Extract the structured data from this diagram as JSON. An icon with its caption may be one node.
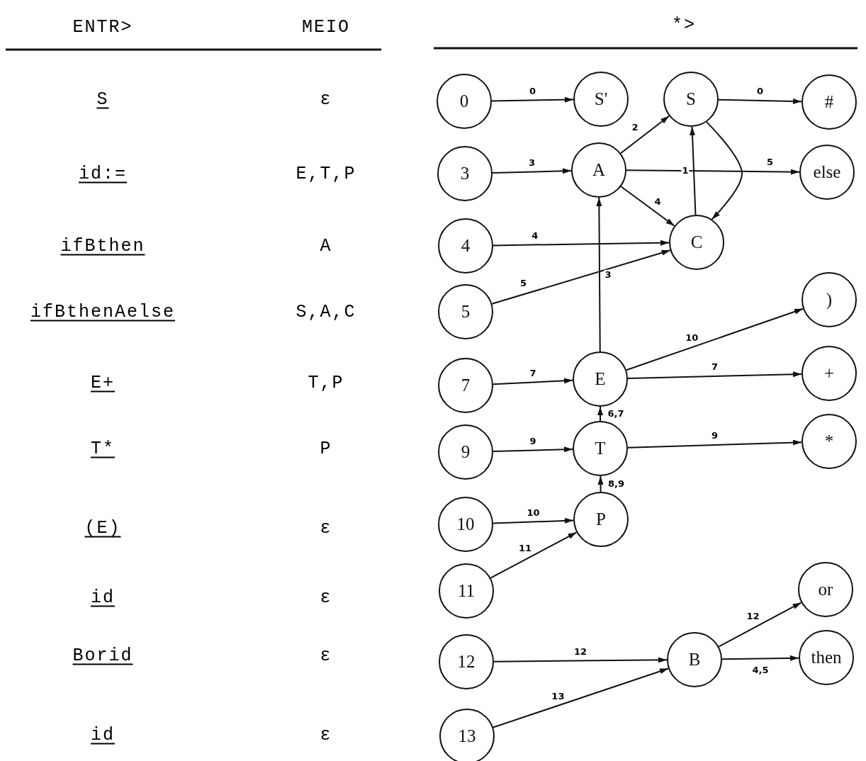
{
  "diagram": {
    "nodes": [
      {
        "text": [
          "0"
        ]
      },
      {
        "text": [
          "S'"
        ]
      },
      {
        "text": [
          "S"
        ]
      },
      {
        "text": [
          "#"
        ]
      },
      {
        "text": [
          "3"
        ]
      },
      {
        "text": [
          "A"
        ]
      },
      {
        "text": [
          "else"
        ]
      },
      {
        "text": [
          "4"
        ]
      },
      {
        "text": [
          "C"
        ]
      },
      {
        "text": [
          "5"
        ]
      },
      {
        "text": [
          ")"
        ]
      },
      {
        "text": [
          "7"
        ]
      },
      {
        "text": [
          "E"
        ]
      },
      {
        "text": [
          "+"
        ]
      },
      {
        "text": [
          "9"
        ]
      },
      {
        "text": [
          "T"
        ]
      },
      {
        "text": [
          "*"
        ]
      },
      {
        "text": [
          "10"
        ]
      },
      {
        "text": [
          "P"
        ]
      },
      {
        "text": [
          "11"
        ]
      },
      {
        "text": [
          "or"
        ]
      },
      {
        "text": [
          "12"
        ]
      },
      {
        "text": [
          "B"
        ]
      },
      {
        "text": [
          "then"
        ]
      },
      {
        "text": [
          "13"
        ]
      }
    ],
    "edges": [
      {
        "from": 0,
        "to": 1,
        "arrow": "to",
        "label": "0"
      },
      {
        "from": 2,
        "to": 3,
        "arrow": "to",
        "label": "0"
      },
      {
        "from": 4,
        "to": 5,
        "arrow": "to",
        "label": "3"
      },
      {
        "from": 5,
        "to": 2,
        "arrow": "to",
        "label": "2"
      },
      {
        "from": 5,
        "to": 6,
        "arrow": "to",
        "label": "5"
      },
      {
        "from": 5,
        "to": 8,
        "arrow": "to",
        "label": "4"
      },
      {
        "from": 8,
        "to": 2,
        "arrow": "to",
        "label": "1"
      },
      {
        "from": 2,
        "to": 8,
        "arrow": "to"
      },
      {
        "from": 7,
        "to": 8,
        "arrow": "to",
        "label": "4"
      },
      {
        "from": 9,
        "to": 8,
        "arrow": "to",
        "label": "5"
      },
      {
        "from": 12,
        "to": 5,
        "arrow": "to",
        "label": "3"
      },
      {
        "from": 11,
        "to": 12,
        "arrow": "to",
        "label": "7"
      },
      {
        "from": 12,
        "to": 10,
        "arrow": "to",
        "label": "10"
      },
      {
        "from": 12,
        "to": 13,
        "arrow": "to",
        "label": "7"
      },
      {
        "from": 15,
        "to": 12,
        "arrow": "to",
        "label": "6,7"
      },
      {
        "from": 14,
        "to": 15,
        "arrow": "to",
        "label": "9"
      },
      {
        "from": 15,
        "to": 16,
        "arrow": "to",
        "label": "9"
      },
      {
        "from": 18,
        "to": 15,
        "arrow": "to",
        "label": "8,9"
      },
      {
        "from": 17,
        "to": 18,
        "arrow": "to",
        "label": "10"
      },
      {
        "from": 19,
        "to": 18,
        "arrow": "to",
        "label": "11"
      },
      {
        "from": 21,
        "to": 22,
        "arrow": "to",
        "label": "12"
      },
      {
        "from": 24,
        "to": 22,
        "arrow": "to",
        "label": "13"
      },
      {
        "from": 22,
        "to": 20,
        "arrow": "to",
        "label": "12"
      },
      {
        "from": 22,
        "to": 23,
        "arrow": "to",
        "label": "4,5"
      }
    ],
    "labels": [
      "ENTR>",
      "MEIO",
      "*>",
      "S",
      "ε",
      "id:=",
      "E,T,P",
      "ifBthen",
      "A",
      "ifBthenAelse",
      "S,A,C",
      "E+",
      "T,P",
      "T*",
      "P",
      "(E)",
      "ε",
      "id",
      "ε",
      "Borid",
      "ε",
      "id",
      "ε"
    ]
  }
}
